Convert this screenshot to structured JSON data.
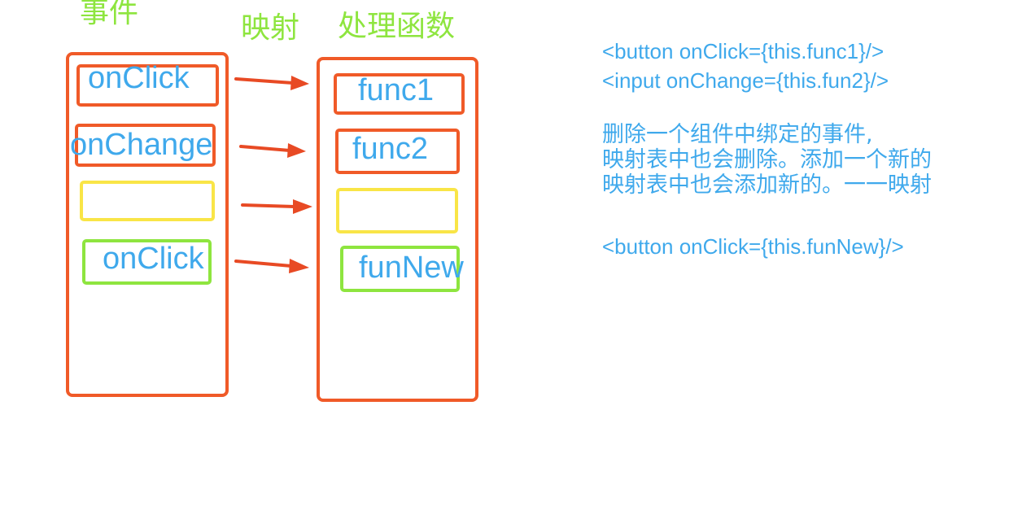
{
  "headings": {
    "events": "事件",
    "mapping": "映射",
    "handlers": "处理函数"
  },
  "events": [
    {
      "label": "onClick",
      "color": "#f05a28"
    },
    {
      "label": "onChange",
      "color": "#f05a28"
    },
    {
      "label": "",
      "color": "#f9e547"
    },
    {
      "label": "onClick",
      "color": "#8ee53f"
    }
  ],
  "handlers": [
    {
      "label": "func1",
      "color": "#f05a28"
    },
    {
      "label": "func2",
      "color": "#f05a28"
    },
    {
      "label": "",
      "color": "#f9e547"
    },
    {
      "label": "funNew",
      "color": "#8ee53f"
    }
  ],
  "code_top": [
    "<button onClick={this.func1}/>",
    "<input onChange={this.fun2}/>"
  ],
  "note_lines": [
    "删除一个组件中绑定的事件,",
    "映射表中也会删除。添加一个新的",
    "映射表中也会添加新的。一一映射"
  ],
  "code_bottom": "<button onClick={this.funNew}/>",
  "colors": {
    "box_red": "#f05a28",
    "highlight_yellow": "#f9e547",
    "accent_green": "#8ee53f",
    "text_blue": "#3fa9ec",
    "arrow_red": "#e84a24"
  }
}
